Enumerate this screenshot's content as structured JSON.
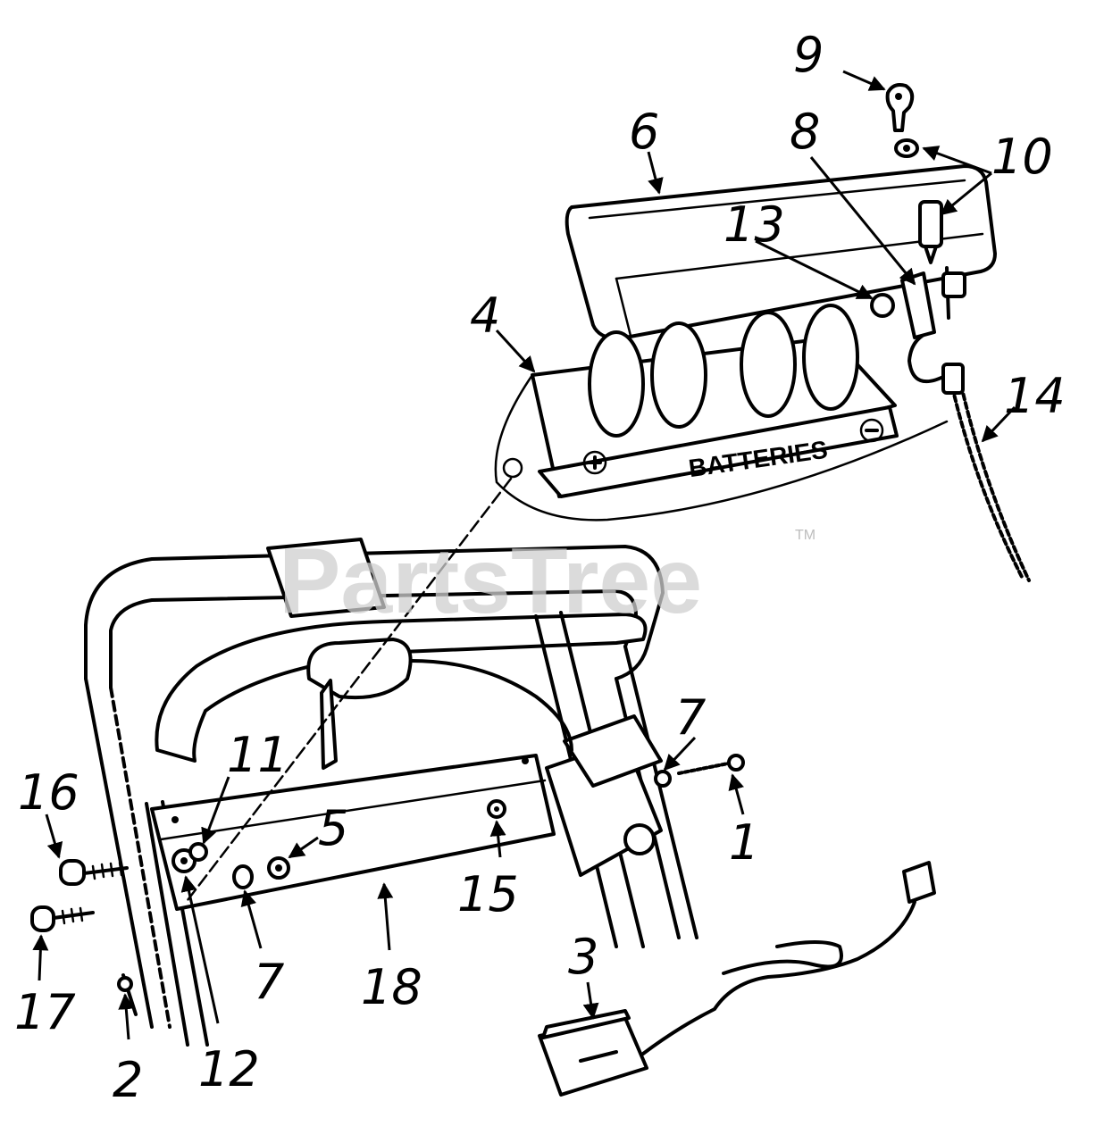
{
  "watermark": {
    "text": "PartsTree",
    "trademark": "TM"
  },
  "battery_label": "BATTERIES",
  "callouts": {
    "c1": "1",
    "c2": "2",
    "c3": "3",
    "c4": "4",
    "c5": "5",
    "c6": "6",
    "c7a": "7",
    "c7b": "7",
    "c8": "8",
    "c9": "9",
    "c10": "10",
    "c11": "11",
    "c12": "12",
    "c13": "13",
    "c14": "14",
    "c15": "15",
    "c16": "16",
    "c17": "17",
    "c18": "18"
  },
  "colors": {
    "ink": "#000000",
    "paper": "#ffffff",
    "watermark": "#cfcfcf"
  }
}
